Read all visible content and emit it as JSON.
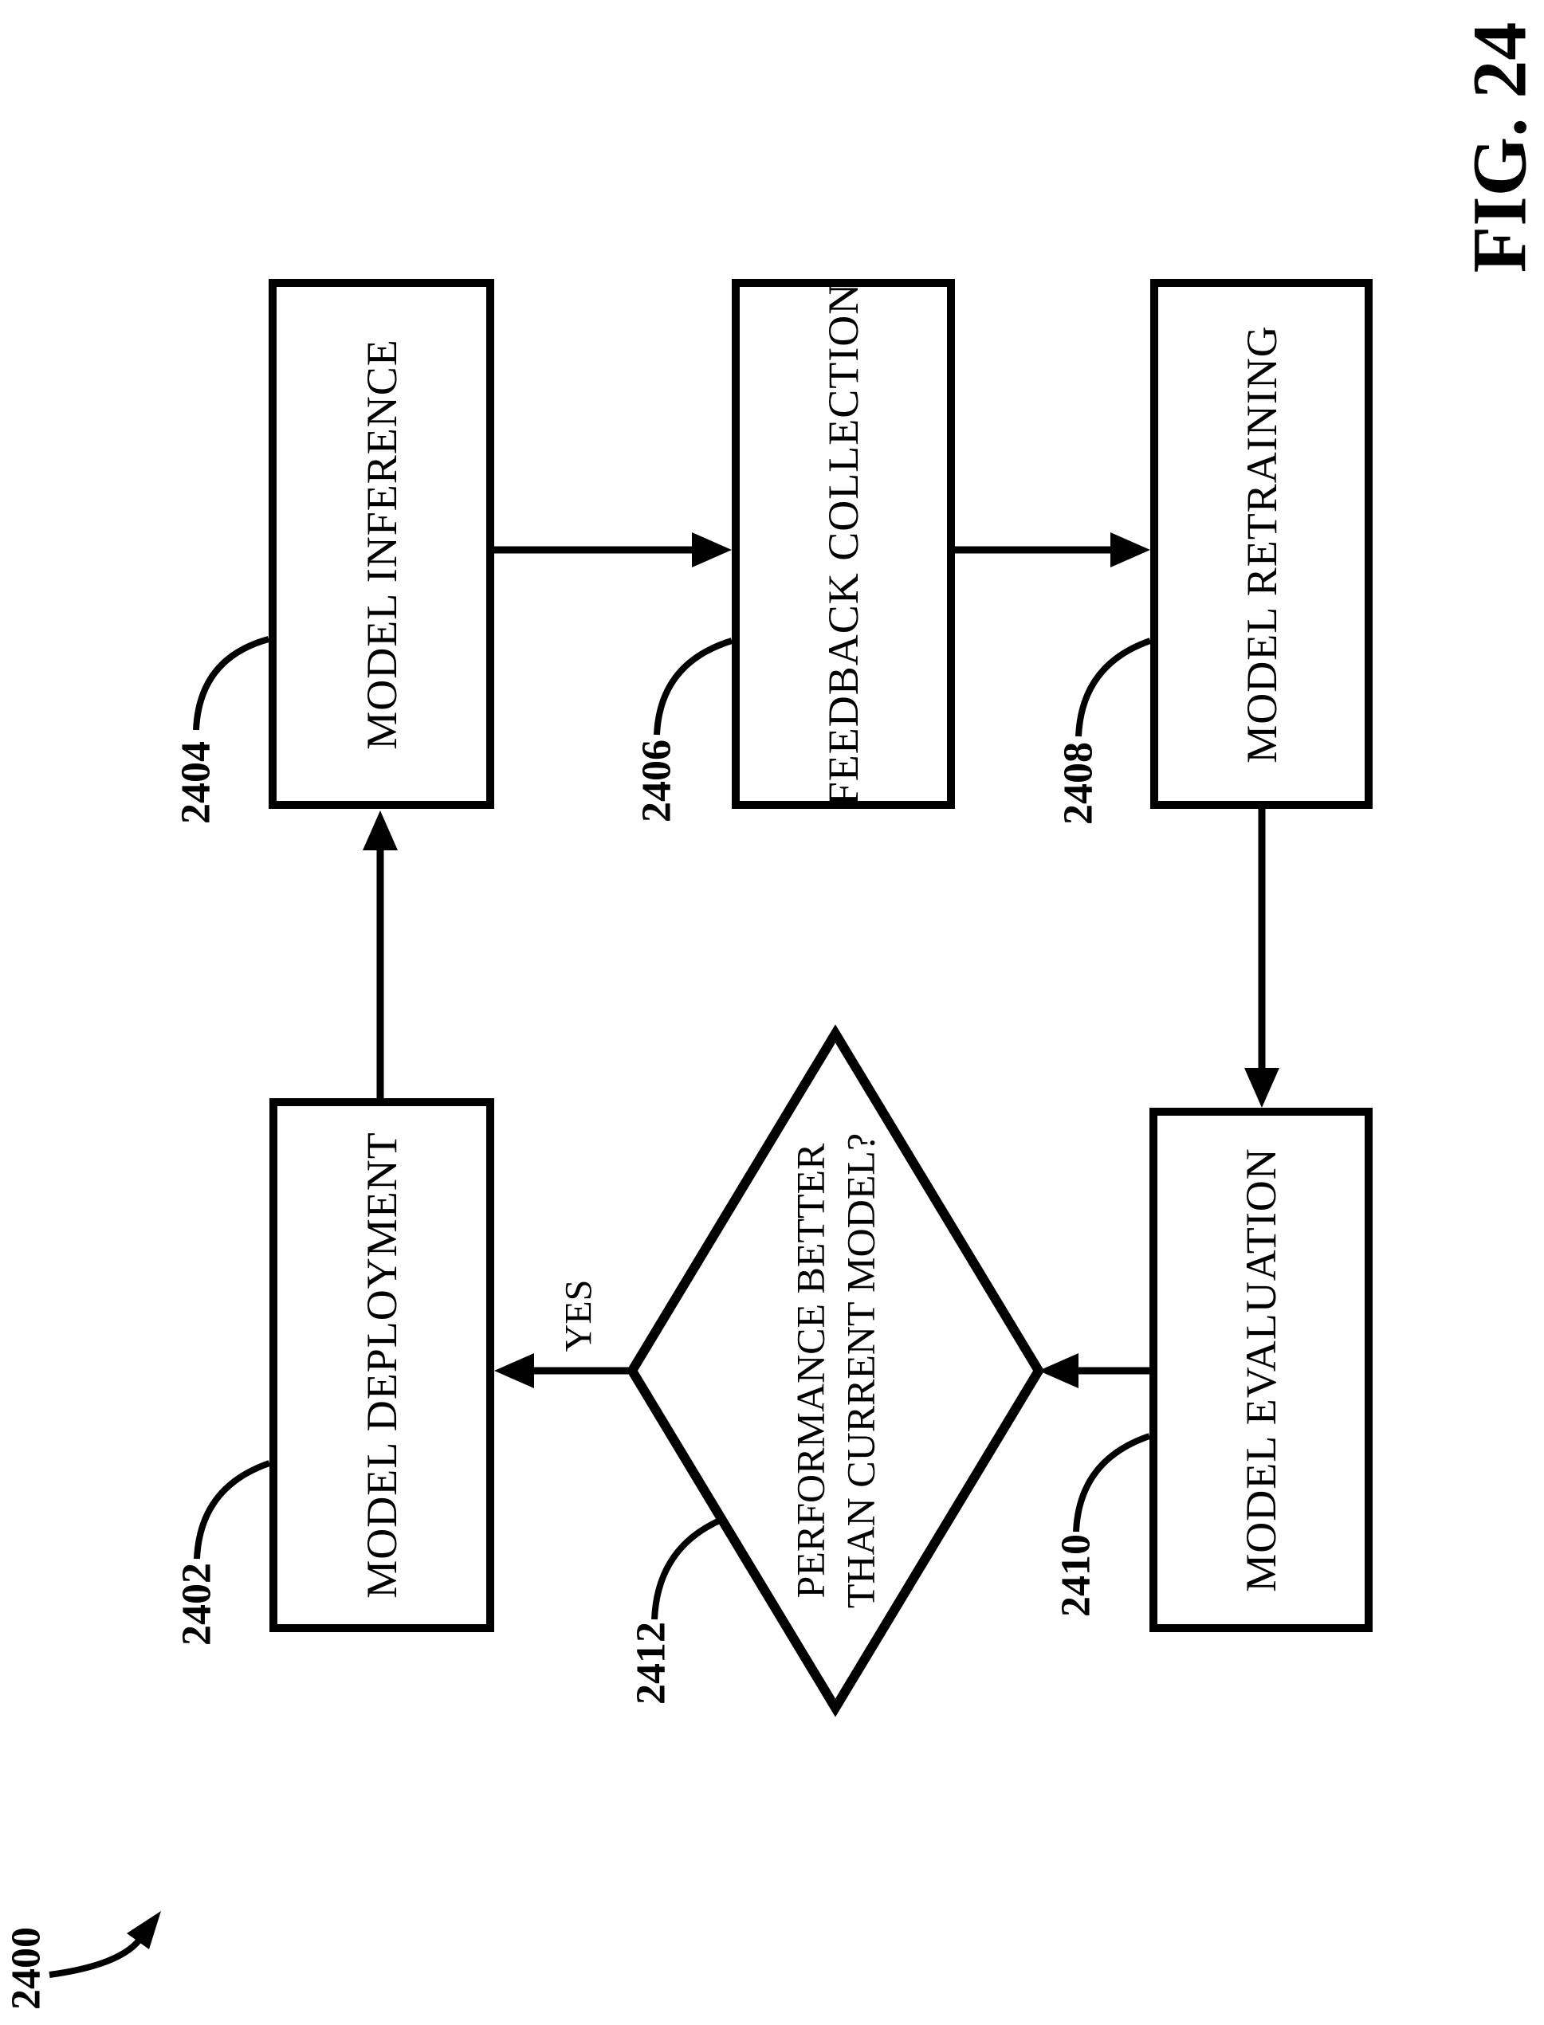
{
  "figure": {
    "title": "FIG. 24",
    "diagram_ref": "2400"
  },
  "nodes": {
    "inference": {
      "label": "MODEL INFERENCE",
      "ref": "2404"
    },
    "feedback": {
      "label": "FEEDBACK COLLECTION",
      "ref": "2406"
    },
    "retraining": {
      "label": "MODEL RETRAINING",
      "ref": "2408"
    },
    "deployment": {
      "label": "MODEL DEPLOYMENT",
      "ref": "2402"
    },
    "evaluation": {
      "label": "MODEL EVALUATION",
      "ref": "2410"
    },
    "decision": {
      "label_line1": "PERFORMANCE BETTER",
      "label_line2": "THAN CURRENT MODEL?",
      "ref": "2412"
    }
  },
  "edges": {
    "yes_label": "YES"
  },
  "colors": {
    "ink": "#000000",
    "paper": "#ffffff"
  }
}
